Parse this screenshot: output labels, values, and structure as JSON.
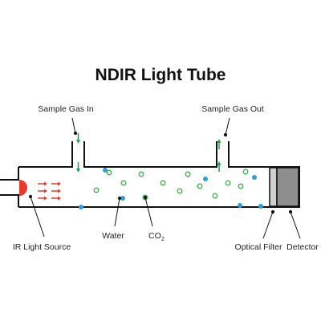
{
  "title": "NDIR Light Tube",
  "labels": {
    "sample_gas_in": "Sample Gas In",
    "sample_gas_out": "Sample Gas Out",
    "ir_light_source": "IR Light Source",
    "water": "Water",
    "co2_main": "CO",
    "co2_sub": "2",
    "optical_filter": "Optical Filter",
    "detector": "Detector"
  },
  "colors": {
    "tube_outline": "#111111",
    "ir_source": "#e8392b",
    "ir_arrows": "#e8392b",
    "gas_arrows": "#1aa34a",
    "water_molecule": "#2b9fd9",
    "co2_molecule": "#3cb54a",
    "optical_filter": "#cfcfcf",
    "detector": "#8e8e8e"
  },
  "icons": {
    "ir_source": "half-circle-lamp-icon",
    "gas_in_arrows": "arrow-down-icon",
    "gas_out_arrows": "arrow-up-icon",
    "light_rays": "arrow-right-icon",
    "water": "filled-dot-icon",
    "co2": "hollow-circle-icon"
  }
}
